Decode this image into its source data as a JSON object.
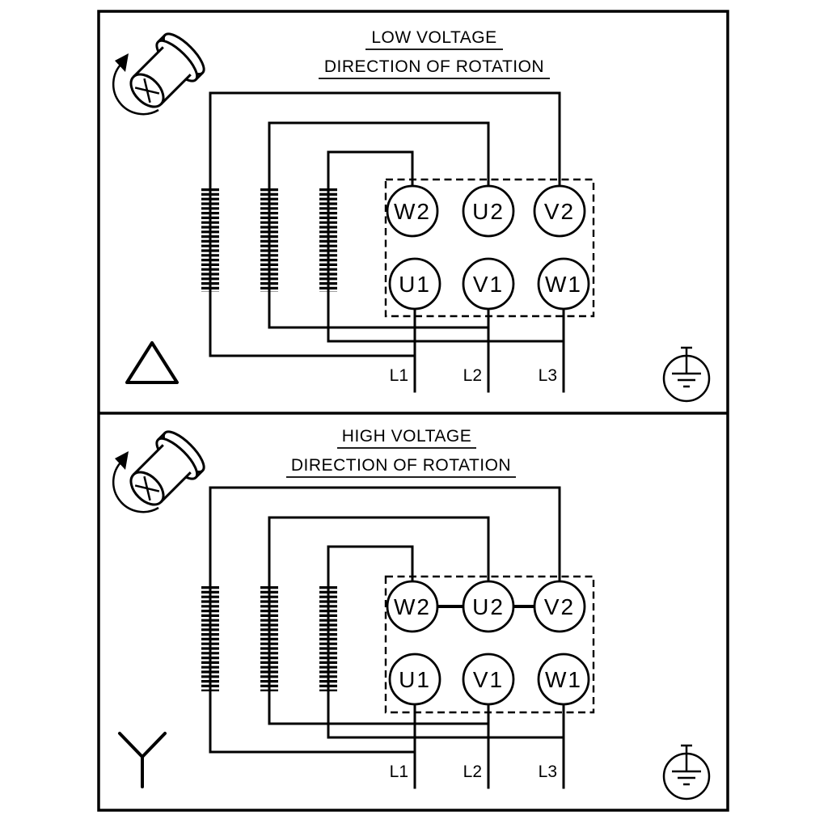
{
  "diagram": {
    "colors": {
      "line": "#000000",
      "background": "#ffffff"
    }
  },
  "panels": {
    "low": {
      "title": "LOW VOLTAGE",
      "subtitle": "DIRECTION OF ROTATION",
      "connection": "delta",
      "terminals_top": [
        "W2",
        "U2",
        "V2"
      ],
      "terminals_bottom": [
        "U1",
        "V1",
        "W1"
      ],
      "leads": [
        "L1",
        "L2",
        "L3"
      ]
    },
    "high": {
      "title": "HIGH VOLTAGE",
      "subtitle": "DIRECTION OF ROTATION",
      "connection": "star",
      "terminals_top": [
        "W2",
        "U2",
        "V2"
      ],
      "terminals_bottom": [
        "U1",
        "V1",
        "W1"
      ],
      "leads": [
        "L1",
        "L2",
        "L3"
      ]
    }
  },
  "icons": {
    "rotation": "shaft-rotation-arrow-icon",
    "ground": "earth-ground-icon",
    "delta": "delta-connection-icon",
    "star": "star-connection-icon"
  }
}
